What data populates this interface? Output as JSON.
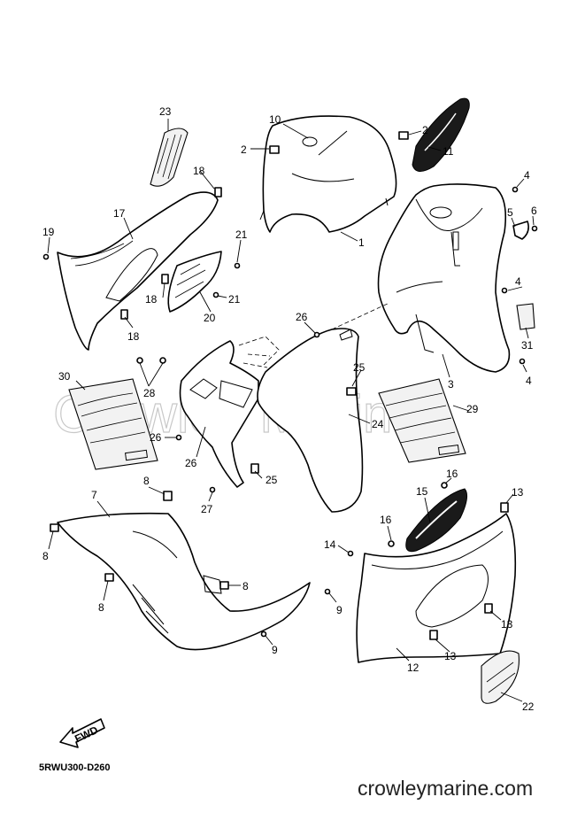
{
  "watermark": "Crowley Marine",
  "diagram_code": "5RWU300-D260",
  "site": "crowleymarine.com",
  "fwd_label": "FWD",
  "callouts": {
    "c1": "1",
    "c2a": "2",
    "c2b": "2",
    "c3": "3",
    "c4a": "4",
    "c4b": "4",
    "c4c": "4",
    "c5": "5",
    "c6": "6",
    "c7": "7",
    "c8a": "8",
    "c8b": "8",
    "c8c": "8",
    "c8d": "8",
    "c9a": "9",
    "c9b": "9",
    "c10": "10",
    "c11": "11",
    "c12": "12",
    "c13a": "13",
    "c13b": "13",
    "c13c": "13",
    "c14": "14",
    "c15": "15",
    "c16a": "16",
    "c16b": "16",
    "c17": "17",
    "c18a": "18",
    "c18b": "18",
    "c18c": "18",
    "c19": "19",
    "c20": "20",
    "c21a": "21",
    "c21b": "21",
    "c22": "22",
    "c23": "23",
    "c24": "24",
    "c25a": "25",
    "c25b": "25",
    "c26a": "26",
    "c26b": "26",
    "c26c": "26",
    "c27": "27",
    "c28": "28",
    "c29": "29",
    "c30": "30",
    "c31": "31"
  }
}
